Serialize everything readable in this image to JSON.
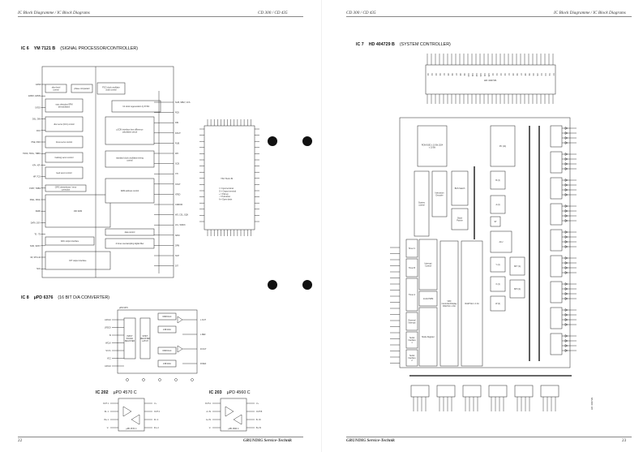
{
  "left_page": {
    "header_left": "IC Block Diagramme / IC Block Diagrams",
    "header_right": "CD 300 / CD 435",
    "page_number": "22",
    "footer_brand": "GRUNDIG Service-Technik",
    "ic6": {
      "label": "IC 6",
      "part": "YM 7121 B",
      "desc": "(SIGNAL PROCESSOR/CONTROLLER)",
      "chip_name": "YM 7121 B",
      "blocks": [
        "slice-level control",
        "phase comparator",
        "PCO clock oscillator clock control",
        "sync detection EFM demodulation",
        "bit clock regeneration Q-SYNC",
        "disc servo (CLV) control",
        "focus servo control",
        "µCON interface time difference calculation circuit",
        "tracking servo control",
        "standard clock oscillation timing control",
        "feed servo control",
        "CIRC deinterleave / error correction",
        "16K RAM",
        "RAM address control",
        "data control",
        "DAC output interface",
        "4 times oversampling digital filter",
        "DIT output interface"
      ],
      "inputs": [
        "EFMI",
        "EFMO, EFMS",
        "SYDO",
        "DSL, DIN",
        "FOC",
        "PSE, FMO",
        "TROF, TROL, TRBO",
        "KP+, KP-",
        "HP, TCS",
        "PVDT, TRBS",
        "FFEL, FRAL",
        "FEDF",
        "DATA, DSY",
        "T0 - T5",
        "SOD, SDSY",
        "MI, STFL10",
        "SCK"
      ],
      "outputs": [
        "SUB, SBSY, CFS",
        "RCK",
        "DIN",
        "DOUT",
        "RUB",
        "WO",
        "SCB",
        "XTI",
        "XOUT",
        "XFED",
        "CDROM",
        "WS, CSL, SQK",
        "LFL, WDCK",
        "SPDI",
        "DFM",
        "SCP",
        "DIT"
      ],
      "legend": [
        "I = Input terminal",
        "O = Output terminal",
        "+ = Pull-up",
        "- = Pull-down",
        "A = Open-drain"
      ]
    },
    "ic8": {
      "label": "IC 8",
      "part": "µPD 6376",
      "desc": "(16 BIT D/A CONVERTER)",
      "blocks": [
        "MSB DAC",
        "LSB DAC",
        "INPUT SIGNAL REGISTER",
        "SHIFT REGISTER LATCH",
        "MSB DAC",
        "LSB DAC"
      ],
      "pins_left": [
        "LRCLK",
        "LRDCK",
        "SI",
        "WCLK",
        "SI Ch.",
        "VCC",
        "LRCLK"
      ],
      "pins_right": [
        "L OUT",
        "L REF",
        "R OUT",
        "R REF"
      ]
    },
    "ic202": {
      "label": "IC 202",
      "part": "µPD 4570 C",
      "chip": "µPD 4570 C",
      "pins": [
        "OUT 1",
        "IN- 1",
        "IN+ 1",
        "V-",
        "IN+ 2",
        "IN- 2",
        "OUT 2",
        "V+"
      ]
    },
    "ic203": {
      "label": "IC 203",
      "part": "µPD 4560 C",
      "chip": "µPD 4560 C",
      "pins": [
        "OUT A",
        "A- IN",
        "A+ IN",
        "V-",
        "B+ IN",
        "B- IN",
        "OUT B",
        "V+"
      ]
    }
  },
  "right_page": {
    "header_left": "CD 300 / CD 435",
    "header_right": "IC Block Diagramme / IC Block Diagrams",
    "page_number": "23",
    "footer_brand": "GRUNDIG Service-Technik",
    "ic7": {
      "label": "IC 7",
      "part": "HD 404729 B",
      "desc": "(SYSTEM CONTROLLER)",
      "chip_name": "HD 404729",
      "blocks": [
        "ROM 8192 x 10 Bit 1024 x 10 Bit",
        "PC (14)",
        "Instruction Decoder",
        "System control",
        "BUS Switch",
        "B (4)",
        "Stack Pointer",
        "A (4)",
        "ST",
        "ALU",
        "Y (4)",
        "SPY (4)",
        "X (4)",
        "SPX (4)",
        "W (2)",
        "Timer C",
        "Timer B",
        "Timer A",
        "External Interrupt",
        "Interrupt Control",
        "Serial Interface 1",
        "Serial Interface 2",
        "14-bit PWM",
        "Mode Register",
        "VFD Controller/Display RAM 64 x 4 bit",
        "RAM 512 x 4 bit"
      ],
      "port_labels": [
        "D0",
        "D1",
        "D2",
        "D3",
        "D4",
        "D5",
        "D6",
        "D7",
        "D8",
        "D9",
        "D10",
        "D11",
        "D12",
        "D13",
        "D14",
        "D15",
        "R0",
        "R1",
        "R2",
        "R3",
        "R4",
        "R5",
        "R6",
        "R7",
        "R8",
        "R9",
        "RA",
        "RB",
        "RC",
        "RD",
        "RE",
        "RF"
      ]
    }
  }
}
